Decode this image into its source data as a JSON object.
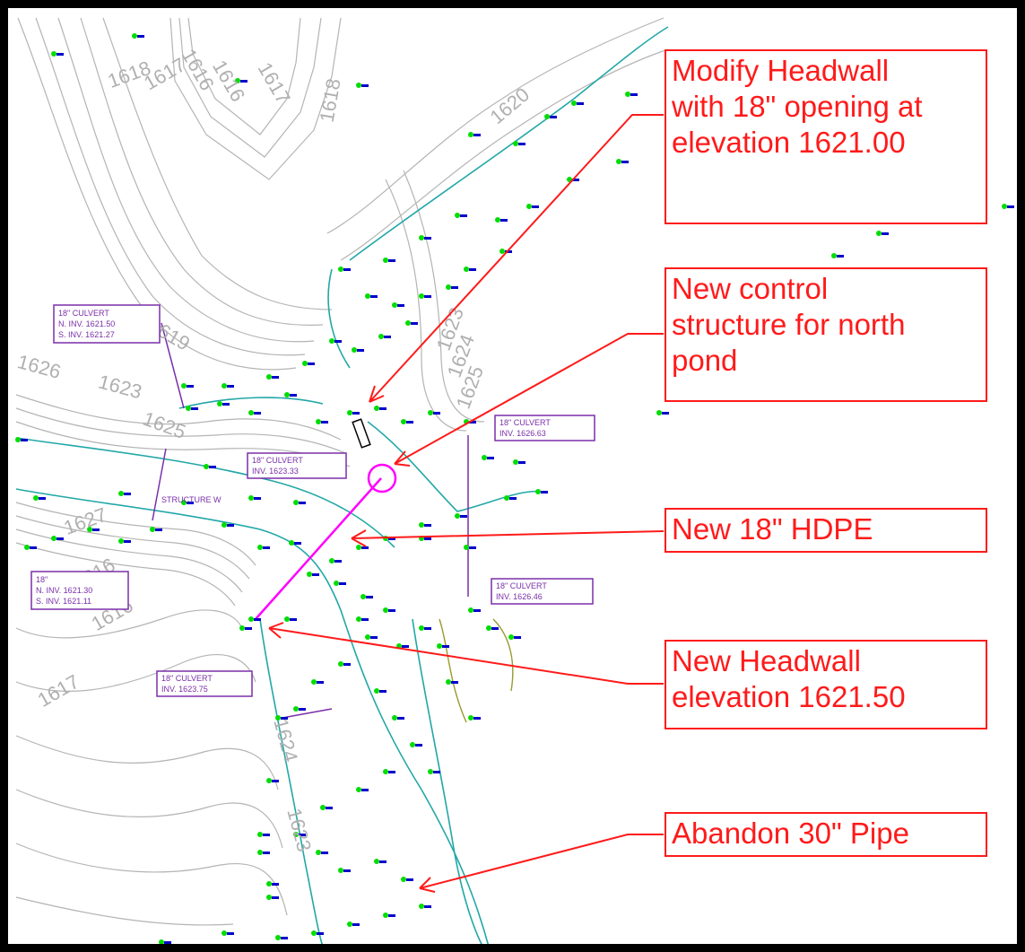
{
  "colors": {
    "callout": "#ff1a1a",
    "new_pipe": "#ff00ff",
    "contour": "#b4b4b4",
    "flowline": "#22a7a7",
    "survey_dot": "#00dd00",
    "survey_tick": "#0000cc",
    "culvert_label": "#7a2fa8",
    "frame": "#000000"
  },
  "callouts": {
    "headwall_modify": [
      "Modify Headwall",
      "with 18\" opening at",
      "elevation 1621.00"
    ],
    "control_structure": [
      "New control",
      "structure for north",
      "pond"
    ],
    "hdpe": [
      "New 18\" HDPE"
    ],
    "new_headwall": [
      "New Headwall",
      "elevation 1621.50"
    ],
    "abandon": [
      "Abandon 30\" Pipe"
    ]
  },
  "contour_labels": [
    "1618",
    "1616",
    "1617",
    "1616",
    "1617",
    "1618",
    "1620",
    "1619",
    "1626",
    "1623",
    "1625",
    "1623",
    "1624",
    "1625",
    "1627",
    "1616",
    "1616",
    "1617",
    "1623",
    "1624"
  ],
  "culvert_labels": {
    "c1": [
      "18\" CULVERT",
      "N. INV. 1621.50",
      "S. INV. 1621.27"
    ],
    "c2": [
      "18\" CULVERT",
      "INV. 1623.33"
    ],
    "c3": [
      "18\" CULVERT",
      "INV. 1626.63"
    ],
    "c4": [
      "18\" CULVERT",
      "INV. 1626.46"
    ],
    "c5": [
      "18\" CULVERT",
      "INV. 1623.75"
    ],
    "c6": [
      "18\"",
      "N. INV. 1621.30",
      "S. INV. 1621.11"
    ]
  },
  "structure_label": "STRUCTURE W"
}
